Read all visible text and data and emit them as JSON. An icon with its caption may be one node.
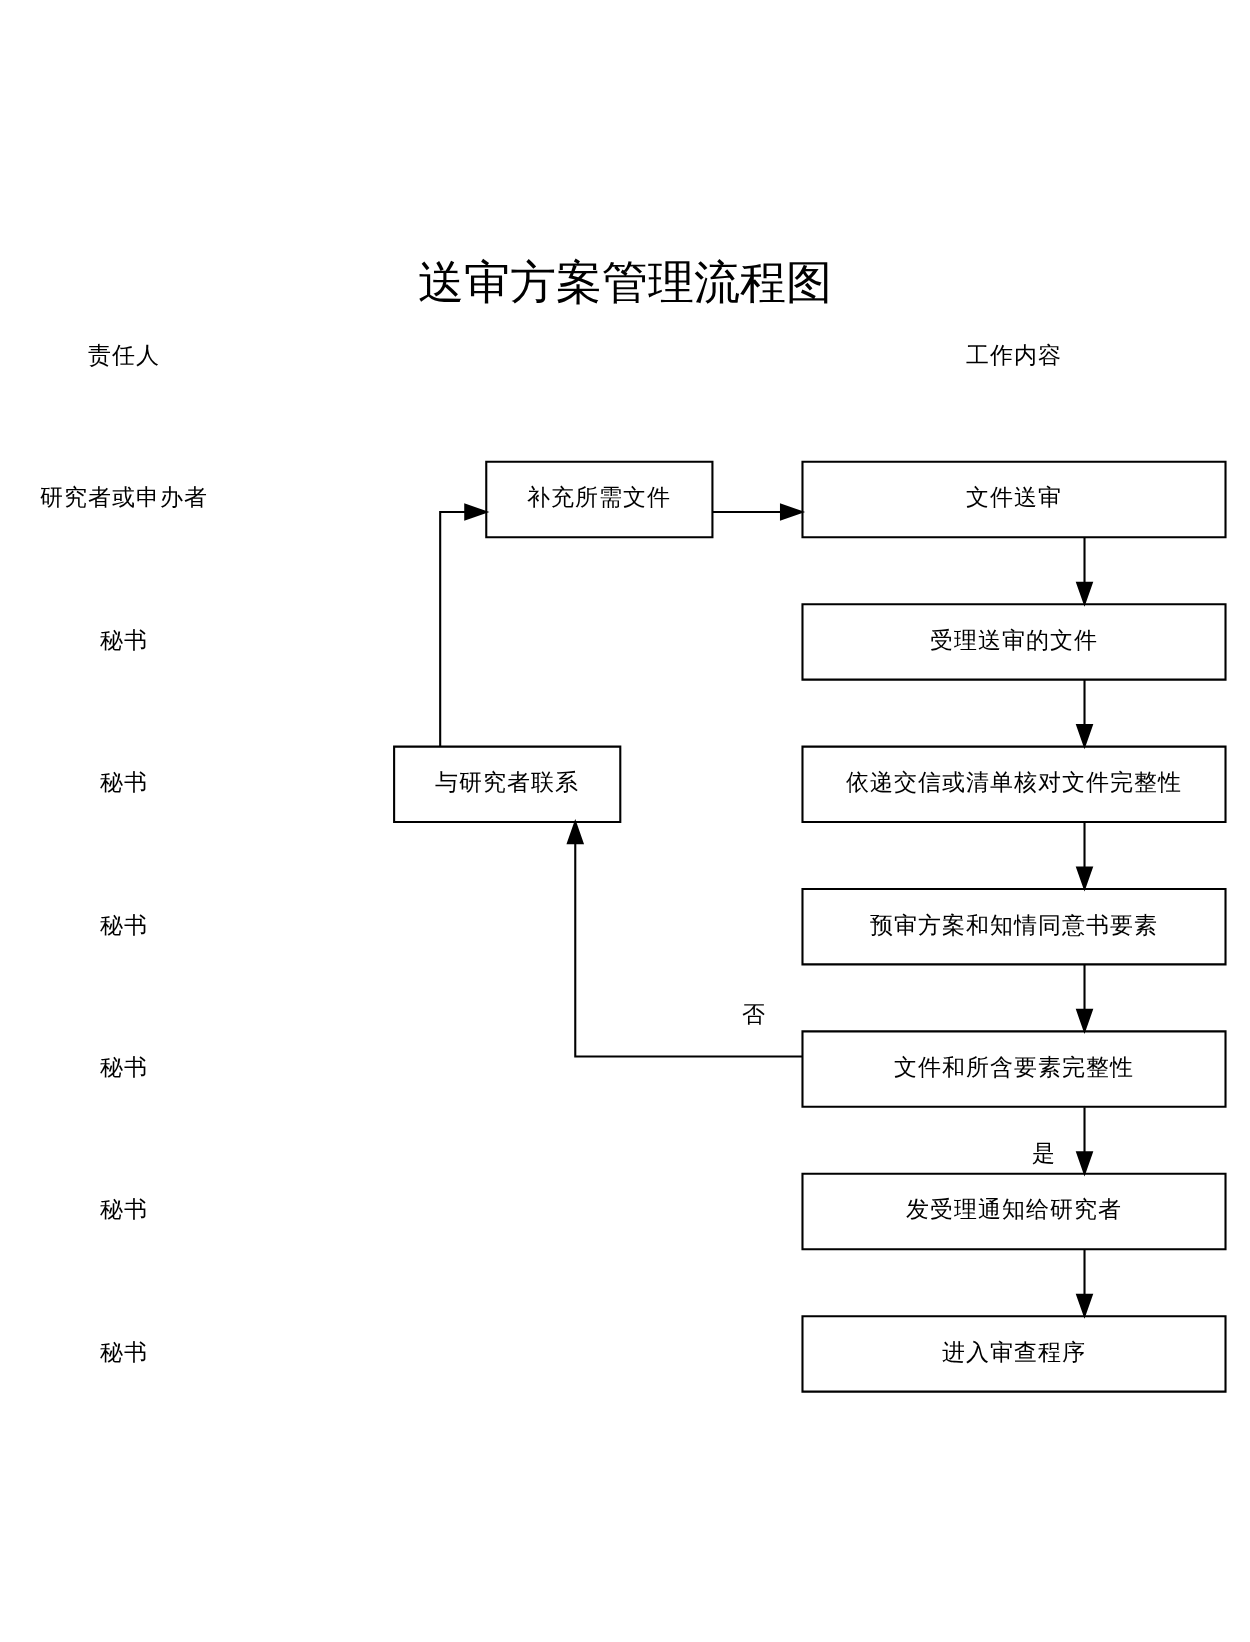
{
  "diagram": {
    "title": "送审方案管理流程图",
    "nodes": [
      {
        "text": [
          "补充所需文件"
        ]
      },
      {
        "text": [
          "文件送审"
        ]
      },
      {
        "text": [
          "受理送审的文件"
        ]
      },
      {
        "text": [
          "与研究者联系"
        ]
      },
      {
        "text": [
          "依递交信或清单核对文件完整性"
        ]
      },
      {
        "text": [
          "预审方案和知情同意书要素"
        ]
      },
      {
        "text": [
          "文件和所含要素完整性"
        ]
      },
      {
        "text": [
          "发受理通知给研究者"
        ]
      },
      {
        "text": [
          "进入审查程序"
        ]
      }
    ],
    "edges": [
      {
        "from": 0,
        "to": 1,
        "arrow": "to"
      },
      {
        "from": 1,
        "to": 2,
        "arrow": "to"
      },
      {
        "from": 2,
        "to": 4,
        "arrow": "to"
      },
      {
        "from": 3,
        "to": 0,
        "arrow": "to"
      },
      {
        "from": 4,
        "to": 5,
        "arrow": "to"
      },
      {
        "from": 5,
        "to": 6,
        "arrow": "to"
      },
      {
        "from": 6,
        "to": 3,
        "arrow": "to",
        "label": "否"
      },
      {
        "from": 6,
        "to": 7,
        "arrow": "to",
        "label": "是"
      },
      {
        "from": 7,
        "to": 8,
        "arrow": "to"
      }
    ],
    "labels": [
      "责任人",
      "工作内容",
      "研究者或申办者",
      "秘书",
      "秘书",
      "秘书",
      "秘书",
      "秘书",
      "秘书"
    ]
  }
}
